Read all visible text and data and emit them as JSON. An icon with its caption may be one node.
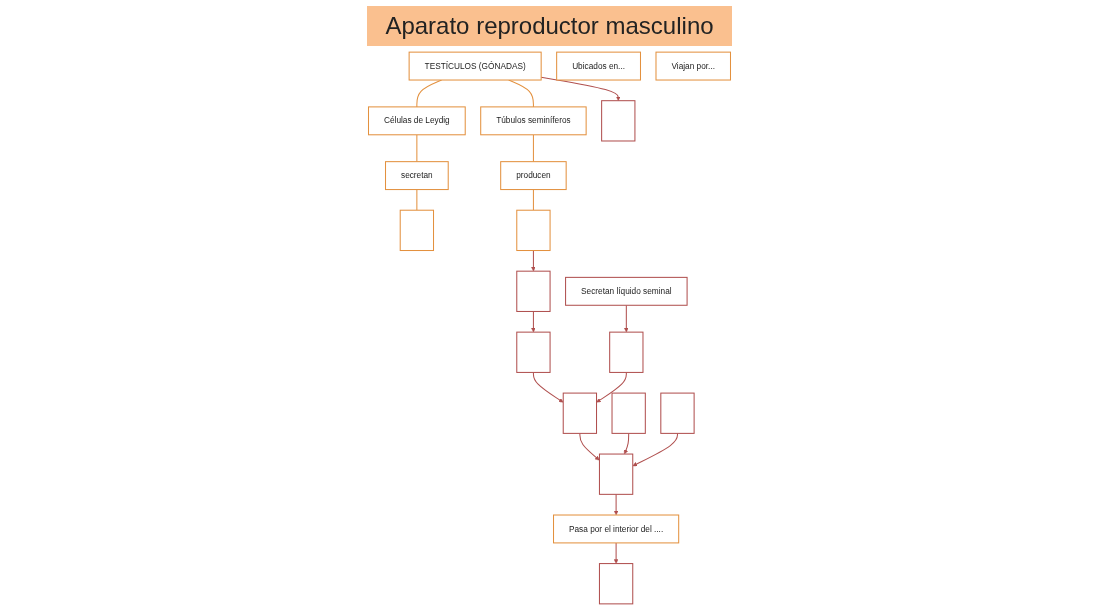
{
  "diagram": {
    "title": "Aparato reproductor masculino",
    "nodes": [
      {
        "text": [
          "TESTÍCULOS (GÓNADAS)"
        ]
      },
      {
        "text": [
          "Células de Leydig"
        ]
      },
      {
        "text": [
          "secretan"
        ]
      },
      {
        "text": [],
        "shape": "box"
      },
      {
        "text": [
          "Túbulos seminíferos"
        ]
      },
      {
        "text": [
          "producen"
        ]
      },
      {
        "text": [],
        "shape": "box"
      },
      {
        "text": [
          "Ubicados en..."
        ]
      },
      {
        "text": [],
        "shape": "box"
      },
      {
        "text": [
          "Viajan por..."
        ]
      },
      {
        "text": [],
        "shape": "box"
      },
      {
        "text": [],
        "shape": "box"
      },
      {
        "text": [],
        "shape": "box"
      },
      {
        "text": [],
        "shape": "box"
      },
      {
        "text": [
          "Secretan líquido seminal"
        ]
      },
      {
        "text": [],
        "shape": "box"
      },
      {
        "text": [],
        "shape": "box"
      },
      {
        "text": [],
        "shape": "box"
      },
      {
        "text": [
          "Pasa por el interior del ...."
        ]
      },
      {
        "text": [],
        "shape": "box"
      }
    ],
    "edges": [
      {
        "from": 0,
        "to": 1,
        "arrow": "none",
        "color": "#e3913f"
      },
      {
        "from": 0,
        "to": 4,
        "arrow": "none",
        "color": "#e3913f"
      },
      {
        "from": 1,
        "to": 2,
        "arrow": "none",
        "color": "#e3913f"
      },
      {
        "from": 2,
        "to": 3,
        "arrow": "none",
        "color": "#e3913f"
      },
      {
        "from": 4,
        "to": 5,
        "arrow": "none",
        "color": "#e3913f"
      },
      {
        "from": 5,
        "to": 6,
        "arrow": "none",
        "color": "#e3913f"
      },
      {
        "from": 0,
        "to": 8,
        "arrow": "to"
      },
      {
        "from": 6,
        "to": 10,
        "arrow": "to"
      },
      {
        "from": 10,
        "to": 11,
        "arrow": "to"
      },
      {
        "from": 11,
        "to": 12,
        "arrow": "to"
      },
      {
        "from": 12,
        "to": 13,
        "arrow": "to"
      },
      {
        "from": 14,
        "to": 15,
        "arrow": "to"
      },
      {
        "from": 15,
        "to": 12,
        "arrow": "to"
      },
      {
        "from": 16,
        "to": 13,
        "arrow": "to"
      },
      {
        "from": 17,
        "to": 13,
        "arrow": "to"
      },
      {
        "from": 13,
        "to": 18,
        "arrow": "to"
      },
      {
        "from": 18,
        "to": 19,
        "arrow": "to"
      }
    ]
  }
}
